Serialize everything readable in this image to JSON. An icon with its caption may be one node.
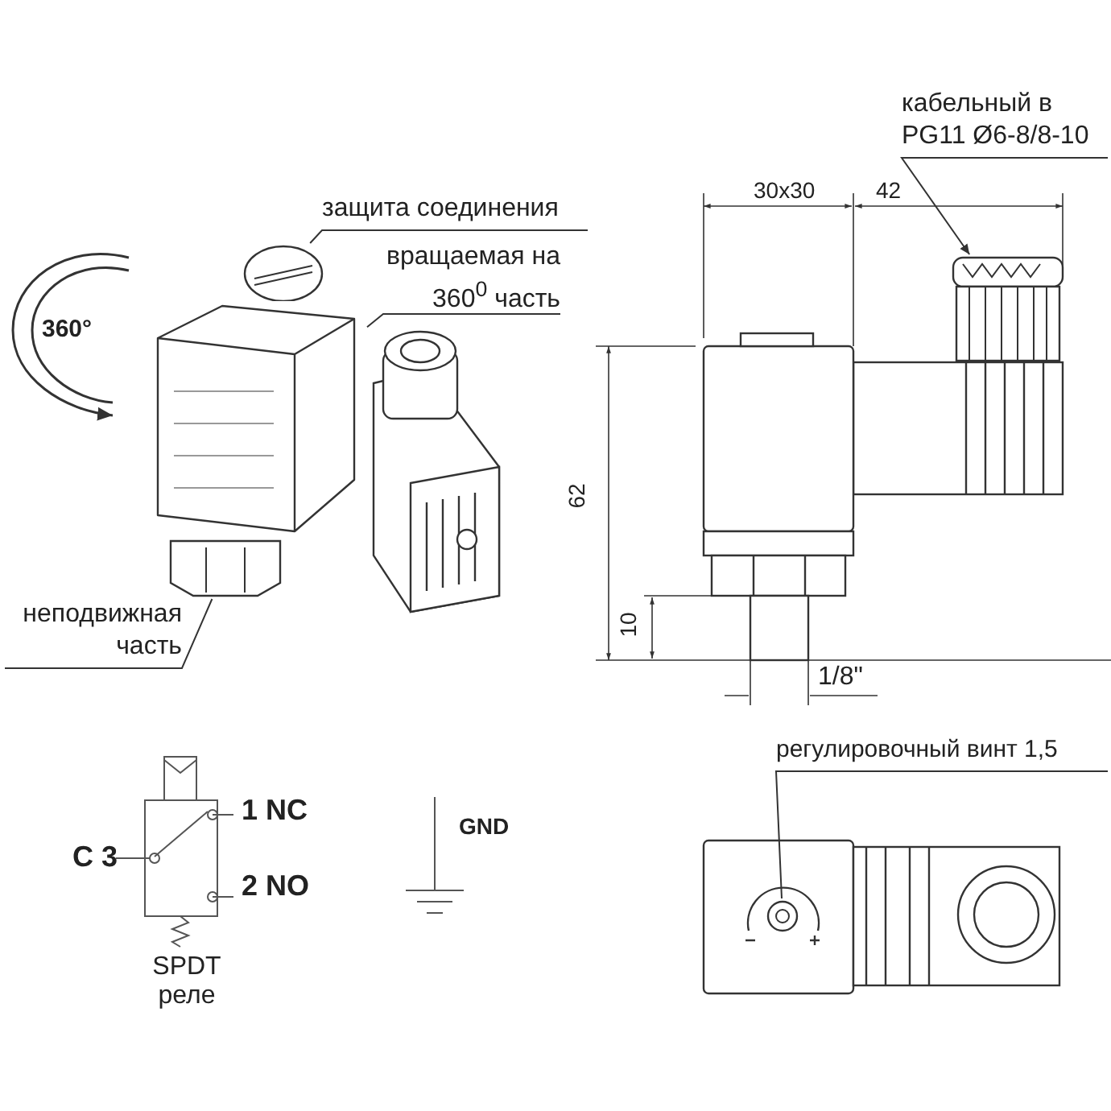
{
  "diagram": {
    "nodes": [
      {
        "text": [
          "защита соединения"
        ]
      },
      {
        "text": [],
        "shape": "picture"
      },
      {
        "text": [
          "вращаемая на 360$^{0}$ часть"
        ]
      },
      {
        "text": [],
        "shape": "picture"
      },
      {
        "text": [
          "неподвижная часть"
        ]
      },
      {
        "text": [],
        "shape": "picture"
      },
      {
        "text": [
          "кабельный в PG11 Ø6-8/8-10"
        ]
      },
      {
        "text": [],
        "shape": "picture"
      },
      {
        "text": [
          "регулировочный винт 1,5"
        ]
      },
      {
        "text": [],
        "shape": "picture"
      }
    ],
    "edges": [
      {
        "from": 0,
        "to": 1,
        "arrow": "none"
      },
      {
        "from": 2,
        "to": 3,
        "arrow": "none"
      },
      {
        "from": 4,
        "to": 5,
        "arrow": "none"
      },
      {
        "from": 6,
        "to": 7,
        "arrow": "to"
      },
      {
        "from": 8,
        "to": 9,
        "arrow": "none"
      }
    ],
    "labels": [
      "360°",
      "30x30",
      "42",
      "62",
      "10",
      "1/8\"",
      "1 NC",
      "C 3",
      "GND",
      "2 NO",
      "SPDT реле"
    ]
  }
}
